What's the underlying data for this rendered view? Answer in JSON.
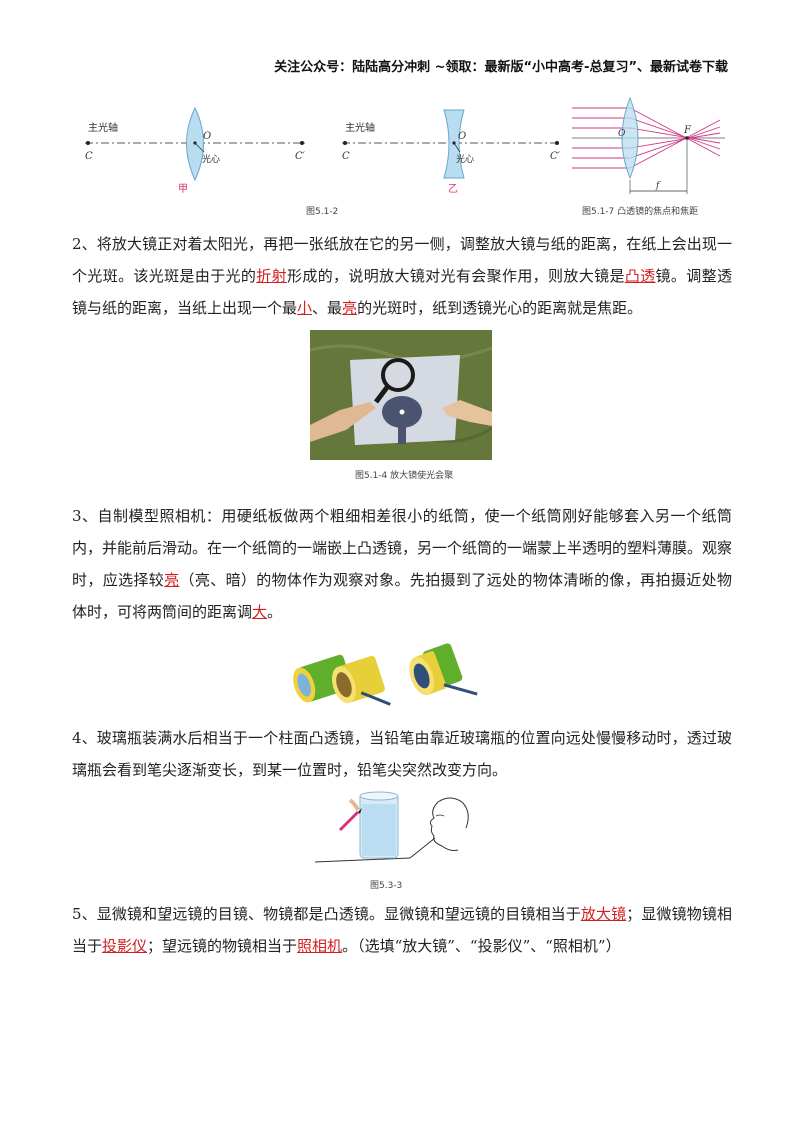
{
  "header": "关注公众号：陆陆高分冲刺  ~领取：最新版“小中高考-总复习”、最新试卷下载",
  "fig1": {
    "axis_label_a": "主光轴",
    "axis_label_b": "主光轴",
    "c_left": "C",
    "c_right": "C′",
    "o": "O",
    "center_label": "光心",
    "jia": "甲",
    "yi": "乙",
    "caption_a": "图5.1-2",
    "o2": "O",
    "f_point": "F",
    "f_len": "f",
    "caption_b": "图5.1-7   凸透镜的焦点和焦距"
  },
  "p2": {
    "t1": "2、将放大镜正对着太阳光，再把一张纸放在它的另一侧，调整放大镜与纸的距离，在纸上会出现一个光斑。该光斑是由于光的",
    "a1": "折射",
    "t2": "形成的，说明放大镜对光有会聚作用，则放大镜是",
    "a2": "凸透",
    "t3": "镜。调整透镜与纸的距离，当纸上出现一个最",
    "a3": "小",
    "t4": "、最",
    "a4": "亮",
    "t5": "的光斑时，纸到透镜光心的距离就是焦距。"
  },
  "photo1_caption": "图5.1-4   放大镜使光会聚",
  "p3": {
    "t1": "3、自制模型照相机：用硬纸板做两个粗细相差很小的纸筒，使一个纸筒刚好能够套入另一个纸筒内，并能前后滑动。在一个纸筒的一端嵌上凸透镜，另一个纸筒的一端蒙上半透明的塑料薄膜。观察时，应选择较",
    "a1": "亮",
    "t2": "（亮、暗）的物体作为观察对象。先拍摄到了远处的物体清晰的像，再拍摄近处物体时，可将两筒间的距离调",
    "a2": "大",
    "t3": "。"
  },
  "p4": {
    "t1": "4、玻璃瓶装满水后相当于一个柱面凸透镜，当铅笔由靠近玻璃瓶的位置向远处慢慢移动时，透过玻璃瓶会看到笔尖逐渐变长，到某一位置时，铅笔尖突然改变方向。"
  },
  "fig3_caption": "图5.3-3",
  "p5": {
    "t1": "5、显微镜和望远镜的目镜、物镜都是凸透镜。显微镜和望远镜的目镜相当于",
    "a1": "放大镜",
    "t2": "；显微镜物镜相当于",
    "a2": "投影仪",
    "t3": "；望远镜的物镜相当于",
    "a3": "照相机",
    "t4": "。（选填“放大镜”、“投影仪”、“照相机”）"
  }
}
